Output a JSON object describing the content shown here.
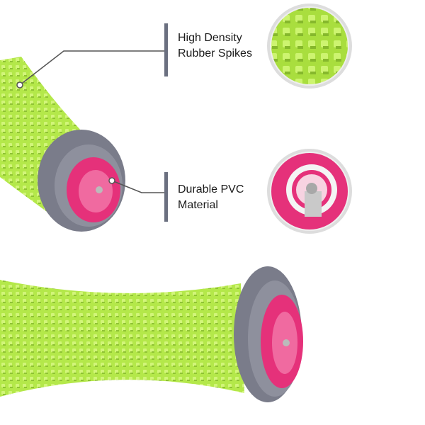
{
  "callouts": [
    {
      "line1": "High Density",
      "line2": "Rubber Spikes"
    },
    {
      "line1": "Durable PVC",
      "line2": "Material"
    }
  ],
  "colors": {
    "green": "#b4e84a",
    "pink": "#e5317a",
    "gray": "#7a7c8a",
    "bar": "#6b7080"
  }
}
